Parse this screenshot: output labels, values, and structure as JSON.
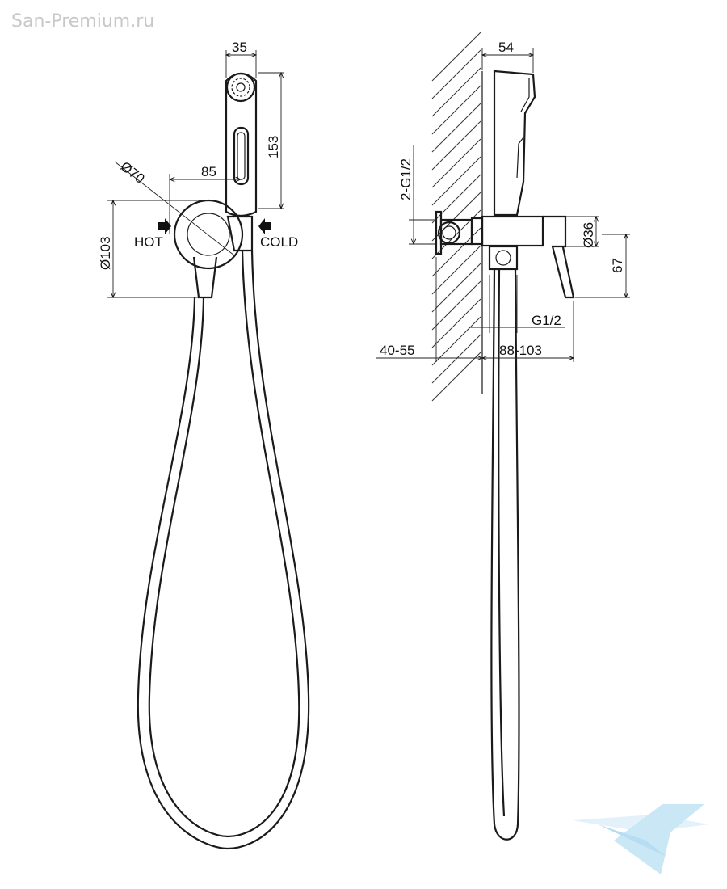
{
  "watermark": "San-Premium.ru",
  "front_view": {
    "width_handshower": "35",
    "height_handshower": "153",
    "offset": "85",
    "flange_diameter": "Ø70",
    "body_diameter": "Ø103",
    "hot_label": "HOT",
    "cold_label": "COLD"
  },
  "side_view": {
    "depth_top": "54",
    "inlet_thread": "2-G1/2",
    "lever_diameter": "Ø36",
    "lever_height": "67",
    "outlet_thread": "G1/2",
    "wall_depth": "40-55",
    "projection": "88-103"
  },
  "colors": {
    "line": "#1a1a1a",
    "watermark": "#c8c8c8",
    "logo": "#9fd4ee"
  },
  "icons": [
    "arrow-right-icon",
    "arrow-left-icon",
    "brand-logo-icon"
  ]
}
